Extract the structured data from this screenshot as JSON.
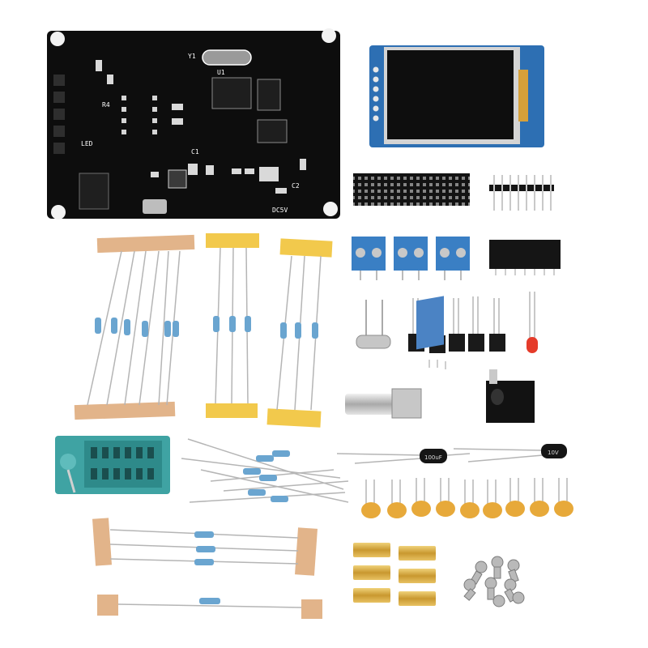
{
  "photo": {
    "subject": "electronic kit components",
    "colors": {
      "background": "#ffffff",
      "pcb": "#0d0d0d",
      "lcd_board": "#2d6fb3",
      "terminal_block": "#3a7fc4",
      "zif_socket": "#3fa3a3",
      "resistor_body": "#6aa5d0",
      "tape_paper": "#e2b48a",
      "tape_yellow": "#f2c94c",
      "ceramic_cap": "#e7a93a",
      "led": "#e53b2a",
      "brass": "#d1a64a",
      "screw": "#b9b9b9"
    }
  },
  "pcb_labels": {
    "r1": "R4",
    "r2": "C1",
    "r3": "LED",
    "r4": "U1",
    "r5": "Y1",
    "r6": "C2",
    "r7": "DC5V"
  },
  "parts": {
    "cap1_label": "100uF",
    "cap2_label": "10V"
  }
}
